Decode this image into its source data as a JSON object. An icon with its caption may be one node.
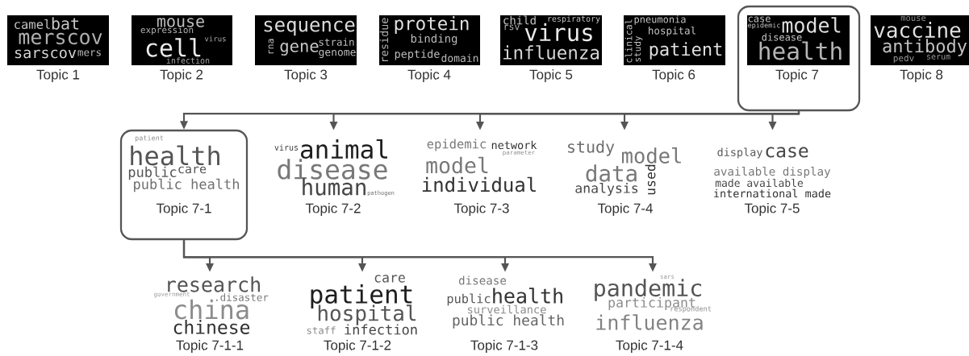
{
  "diagram": {
    "nodes": [
      {
        "text": [
          "camel",
          "bat",
          "merscov",
          "sarscov",
          "mers"
        ],
        "beside": [
          "Topic 1"
        ]
      },
      {
        "text": [
          "mouse",
          "expression",
          "cell",
          "virus",
          "infection"
        ],
        "beside": [
          "Topic 2"
        ]
      },
      {
        "text": [
          "sequence",
          "rna",
          "gene",
          "strain",
          "genome"
        ],
        "beside": [
          "Topic 3"
        ]
      },
      {
        "text": [
          "residue",
          "protein",
          "binding",
          "peptide",
          "domain"
        ],
        "beside": [
          "Topic 4"
        ]
      },
      {
        "text": [
          "child",
          "respiratory",
          "rsv",
          "virus",
          "influenza"
        ],
        "beside": [
          "Topic 5"
        ]
      },
      {
        "text": [
          "clinical",
          "study",
          "pneumonia",
          "hospital",
          "patient"
        ],
        "beside": [
          "Topic 6"
        ]
      },
      {
        "text": [],
        "shape": "box"
      },
      {
        "text": [
          "case",
          "epidemic",
          "model",
          "disease",
          "health"
        ],
        "beside": [
          "Topic 7"
        ],
        "in": 6
      },
      {
        "text": [
          "mouse",
          "vaccine",
          "antibody",
          "pedv",
          "serum"
        ],
        "beside": [
          "Topic 8"
        ]
      },
      {
        "text": [],
        "shape": "box"
      },
      {
        "text": [
          "patient",
          "health",
          "public",
          "care",
          "public health"
        ],
        "beside": [
          "Topic 7-1"
        ],
        "in": 9
      },
      {
        "text": [
          "virus",
          "animal",
          "disease",
          "human",
          "pathogen"
        ],
        "beside": [
          "Topic 7-2"
        ]
      },
      {
        "text": [
          "epidemic",
          "network",
          "parameter",
          "model",
          "individual"
        ],
        "beside": [
          "Topic 7-3"
        ]
      },
      {
        "text": [
          "study",
          "model",
          "data",
          "used",
          "analysis"
        ],
        "beside": [
          "Topic 7-4"
        ]
      },
      {
        "text": [
          "display",
          "case",
          "available display",
          "made available",
          "international made"
        ],
        "beside": [
          "Topic 7-5"
        ]
      },
      {
        "text": [
          "research",
          "government",
          ".disaster",
          "china",
          "chinese"
        ],
        "beside": [
          "Topic 7-1-1"
        ]
      },
      {
        "text": [
          "care",
          "patient",
          "hospital",
          "staff",
          "infection"
        ],
        "beside": [
          "Topic 7-1-2"
        ]
      },
      {
        "text": [
          "disease",
          "public",
          "health",
          "surveillance",
          "public health"
        ],
        "beside": [
          "Topic 7-1-3"
        ]
      },
      {
        "text": [
          "sars",
          "pandemic",
          "participant",
          "respondent",
          "influenza"
        ],
        "beside": [
          "Topic 7-1-4"
        ]
      }
    ],
    "edges": [
      {
        "from": 6,
        "to": 9,
        "arrow": "to"
      },
      {
        "from": 6,
        "to": 11,
        "arrow": "to"
      },
      {
        "from": 6,
        "to": 12,
        "arrow": "to"
      },
      {
        "from": 6,
        "to": 13,
        "arrow": "to"
      },
      {
        "from": 6,
        "to": 14,
        "arrow": "to"
      },
      {
        "from": 9,
        "to": 15,
        "arrow": "to"
      },
      {
        "from": 9,
        "to": 16,
        "arrow": "to"
      },
      {
        "from": 9,
        "to": 17,
        "arrow": "to"
      },
      {
        "from": 9,
        "to": 18,
        "arrow": "to"
      }
    ]
  }
}
